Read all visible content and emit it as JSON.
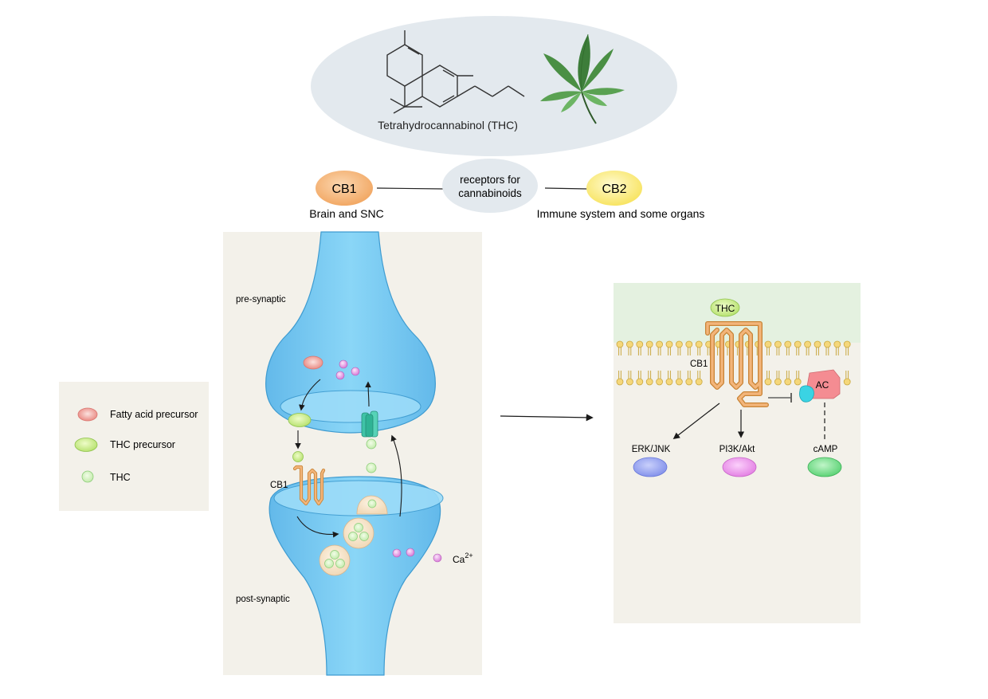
{
  "header": {
    "compound_name": "Tetrahydrocannabinol (THC)",
    "receptors_label_line1": "receptors for",
    "receptors_label_line2": "cannabinoids"
  },
  "receptors": {
    "cb1": {
      "label": "CB1",
      "location": "Brain and SNC",
      "color": "#f4b071"
    },
    "cb2": {
      "label": "CB2",
      "location": "Immune system and some organs",
      "color": "#fbee7a"
    }
  },
  "legend": {
    "items": [
      {
        "label": "Fatty acid precursor",
        "color": "#ee8d86"
      },
      {
        "label": "THC precursor",
        "color": "#c6ec84"
      },
      {
        "label": "THC",
        "color": "#c9f2b4"
      }
    ]
  },
  "synapse": {
    "pre_label": "pre-synaptic",
    "post_label": "post-synaptic",
    "cb1_label": "CB1",
    "calcium_label": "Ca",
    "calcium_sup": "2+",
    "neuron_color": "#79cbf2"
  },
  "pathway": {
    "ligand_label": "THC",
    "receptor_label": "CB1",
    "enzyme_label": "AC",
    "effectors": [
      {
        "label": "ERK/JNK",
        "color": "#8e9cf0"
      },
      {
        "label": "PI3K/Akt",
        "color": "#f08ef0"
      },
      {
        "label": "cAMP",
        "color": "#72e08a"
      }
    ]
  }
}
